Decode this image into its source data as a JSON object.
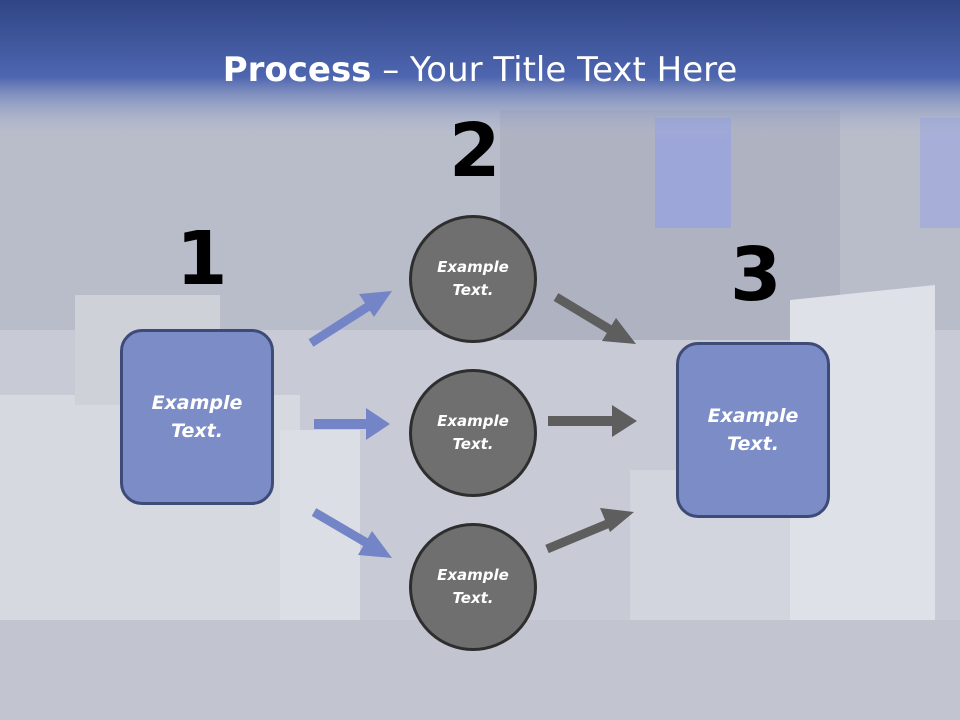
{
  "title": {
    "bold": "Process",
    "rest": " – Your Title Text Here"
  },
  "steps": {
    "one": "1",
    "two": "2",
    "three": "3"
  },
  "box_left": {
    "label": "Example\nText."
  },
  "box_right": {
    "label": "Example\nText."
  },
  "circles": [
    {
      "label": "Example\nText."
    },
    {
      "label": "Example\nText."
    },
    {
      "label": "Example\nText."
    }
  ],
  "colors": {
    "header": "#4a60a6",
    "box_fill": "#7b8cc6",
    "circle_fill": "#6f6f6f",
    "arrow_blue": "#7385c6",
    "arrow_gray": "#5e5e5e"
  }
}
